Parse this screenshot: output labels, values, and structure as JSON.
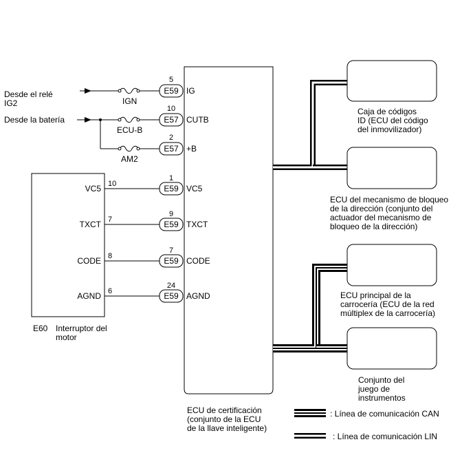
{
  "sources": {
    "ig2": [
      "Desde el relé",
      "IG2"
    ],
    "battery": "Desde la batería"
  },
  "fuses": {
    "ign": "IGN",
    "ecub": "ECU-B",
    "am2": "AM2"
  },
  "connections": [
    {
      "pin": "5",
      "connector": "E59",
      "terminal": "IG"
    },
    {
      "pin": "10",
      "connector": "E57",
      "terminal": "CUTB"
    },
    {
      "pin": "2",
      "connector": "E57",
      "terminal": "+B"
    },
    {
      "pin": "1",
      "connector": "E59",
      "terminal": "VC5"
    },
    {
      "pin": "9",
      "connector": "E59",
      "terminal": "TXCT"
    },
    {
      "pin": "7",
      "connector": "E59",
      "terminal": "CODE"
    },
    {
      "pin": "24",
      "connector": "E59",
      "terminal": "AGND"
    }
  ],
  "switch": {
    "connector": "E60",
    "name": [
      "Interruptor del",
      "motor"
    ],
    "terminals": [
      {
        "name": "VC5",
        "pin": "10"
      },
      {
        "name": "TXCT",
        "pin": "7"
      },
      {
        "name": "CODE",
        "pin": "8"
      },
      {
        "name": "AGND",
        "pin": "6"
      }
    ]
  },
  "certification_ecu": [
    "ECU de certificación",
    "(conjunto de la ECU",
    "de la llave inteligente)"
  ],
  "modules": [
    [
      "Caja de códigos",
      "ID (ECU del código",
      "del inmovilizador)"
    ],
    [
      "ECU del mecanismo de bloqueo",
      "de la dirección (conjunto del",
      "actuador del mecanismo de",
      "bloqueo de la dirección)"
    ],
    [
      "ECU principal de la",
      "carrocería (ECU de la red",
      "múltiplex de la carrocería)"
    ],
    [
      "Conjunto del",
      "juego de",
      "instrumentos"
    ]
  ],
  "legend": {
    "can": ": Línea de comunicación CAN",
    "lin": ": Línea de comunicación LIN"
  }
}
